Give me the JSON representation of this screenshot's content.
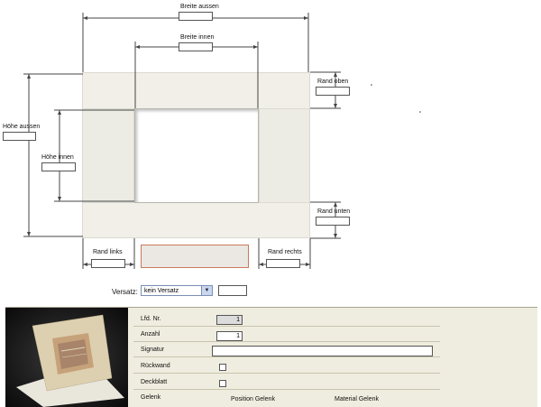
{
  "diagram": {
    "breite_aussen": "Breite aussen",
    "breite_innen": "Breite innen",
    "hoehe_aussen": "Höhe aussen",
    "hoehe_innen": "Höhe innen",
    "rand_oben": "Rand oben",
    "rand_unten": "Rand unten",
    "rand_links": "Rand links",
    "rand_rechts": "Rand rechts"
  },
  "versatz": {
    "label": "Versatz:",
    "selected": "kein Versatz"
  },
  "form": {
    "lfd_nr_label": "Lfd. Nr.",
    "lfd_nr_value": "1",
    "anzahl_label": "Anzahl",
    "anzahl_value": "1",
    "signatur_label": "Signatur",
    "rueckwand_label": "Rückwand",
    "deckblatt_label": "Deckblatt",
    "gelenk_label": "Gelenk",
    "position_gelenk_label": "Position Gelenk",
    "material_gelenk_label": "Material Gelenk"
  },
  "colors": {
    "mat": "#f1efe8",
    "form_bg": "#efeddf",
    "preview_border": "#c87a5a"
  }
}
